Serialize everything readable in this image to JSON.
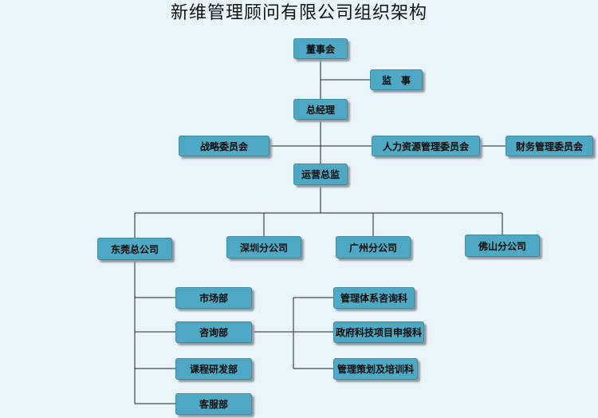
{
  "title": "新维管理顾问有限公司组织架构",
  "nodes": {
    "board": "董事会",
    "supervisor": "监　事",
    "general_manager": "总经理",
    "strategy_committee": "战略委员会",
    "hr_committee": "人力资源管理委员会",
    "finance_committee": "财务管理委员会",
    "operations_director": "运营总监",
    "dongguan_hq": "东莞总公司",
    "shenzhen_branch": "深圳分公司",
    "guangzhou_branch": "广州分公司",
    "foshan_branch": "佛山分公司",
    "marketing_dept": "市场部",
    "consulting_dept": "咨询部",
    "curriculum_dept": "课程研发部",
    "customer_service_dept": "客服部",
    "management_system_section": "管理体系咨询科",
    "gov_tech_project_section": "政府科技项目申报科",
    "planning_training_section": "管理策划及培训科"
  },
  "colors": {
    "box_fill": "#4fa8c4",
    "connector": "#222222",
    "background": "#eaf5fb"
  }
}
